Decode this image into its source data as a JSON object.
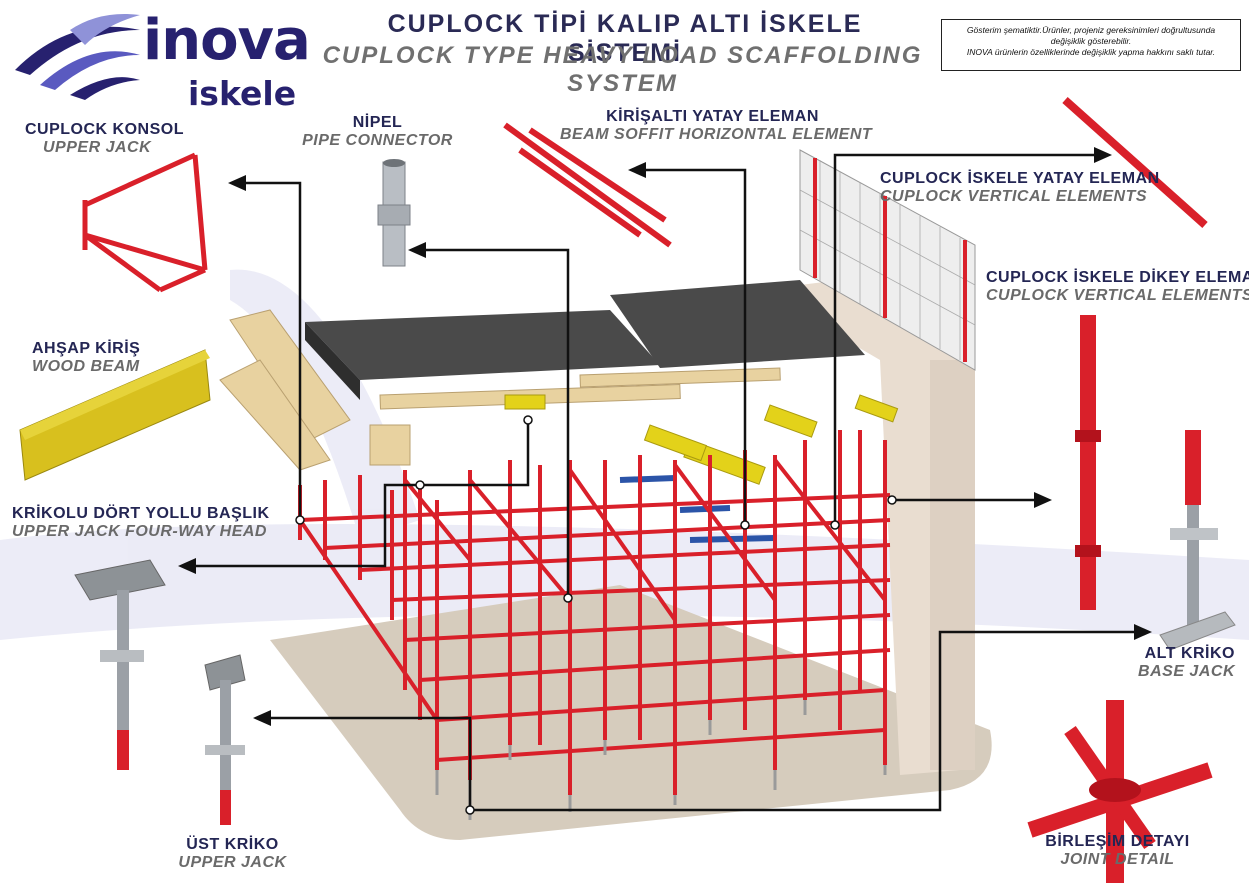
{
  "brand": {
    "name": "inova",
    "sub": "iskele"
  },
  "title": {
    "tr": "CUPLOCK TİPİ KALIP ALTI İSKELE SİSTEMİ",
    "en": "CUPLOCK TYPE HEAVY LOAD SCAFFOLDING SYSTEM"
  },
  "disclaimer": {
    "line1": "Gösterim şematiktir.Ürünler, projeniz gereksinimleri doğrultusunda",
    "line2": "değişiklik gösterebilir.",
    "line3": "INOVA ürünlerin özelliklerinde değişiklik yapma hakkını saklı tutar."
  },
  "components": {
    "upper_jack_console": {
      "tr": "CUPLOCK KONSOL",
      "en": "UPPER JACK"
    },
    "pipe_connector": {
      "tr": "NİPEL",
      "en": "PIPE CONNECTOR"
    },
    "beam_soffit": {
      "tr": "KİRİŞALTI YATAY ELEMAN",
      "en": "BEAM SOFFIT HORIZONTAL ELEMENT"
    },
    "horizontal_element": {
      "tr": "CUPLOCK İSKELE YATAY ELEMAN",
      "en": "CUPLOCK VERTICAL ELEMENTS"
    },
    "vertical_element": {
      "tr": "CUPLOCK İSKELE DİKEY ELEMAN",
      "en": "CUPLOCK VERTICAL ELEMENTS"
    },
    "wood_beam": {
      "tr": "AHŞAP KİRİŞ",
      "en": "WOOD BEAM"
    },
    "four_way_head": {
      "tr": "KRİKOLU DÖRT YOLLU BAŞLIK",
      "en": "UPPER JACK FOUR-WAY HEAD"
    },
    "base_jack": {
      "tr": "ALT KRİKO",
      "en": "BASE JACK"
    },
    "upper_jack": {
      "tr": "ÜST KRİKO",
      "en": "UPPER JACK"
    },
    "joint_detail": {
      "tr": "BİRLEŞİM DETAYI",
      "en": "JOINT DETAIL"
    }
  },
  "colors": {
    "frame_red": "#d9202a",
    "brand_navy": "#27216f",
    "timber": "#e8d2a0",
    "slab": "#4a4a4a",
    "wall": "#e6d9cc",
    "ground": "#d6ccbd",
    "arrow": "#111111"
  }
}
